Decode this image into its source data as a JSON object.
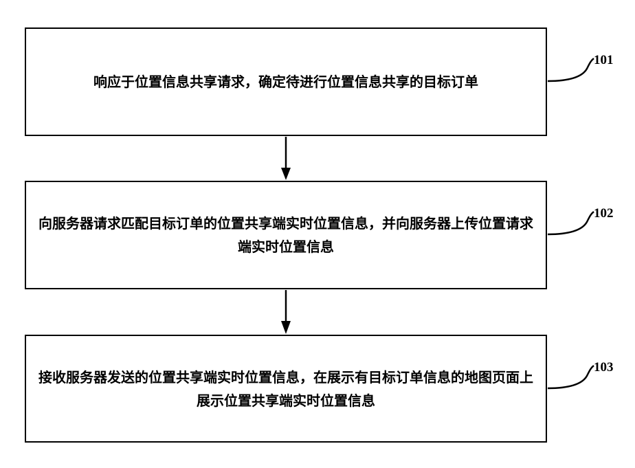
{
  "steps": [
    {
      "ref": "101",
      "text": "响应于位置信息共享请求，确定待进行位置信息共享的目标订单"
    },
    {
      "ref": "102",
      "text": "向服务器请求匹配目标订单的位置共享端实时位置信息，并向服务器上传位置请求端实时位置信息"
    },
    {
      "ref": "103",
      "text": "接收服务器发送的位置共享端实时位置信息，在展示有目标订单信息的地图页面上展示位置共享端实时位置信息"
    }
  ],
  "colors": {
    "stroke": "#000000",
    "background": "#ffffff"
  }
}
